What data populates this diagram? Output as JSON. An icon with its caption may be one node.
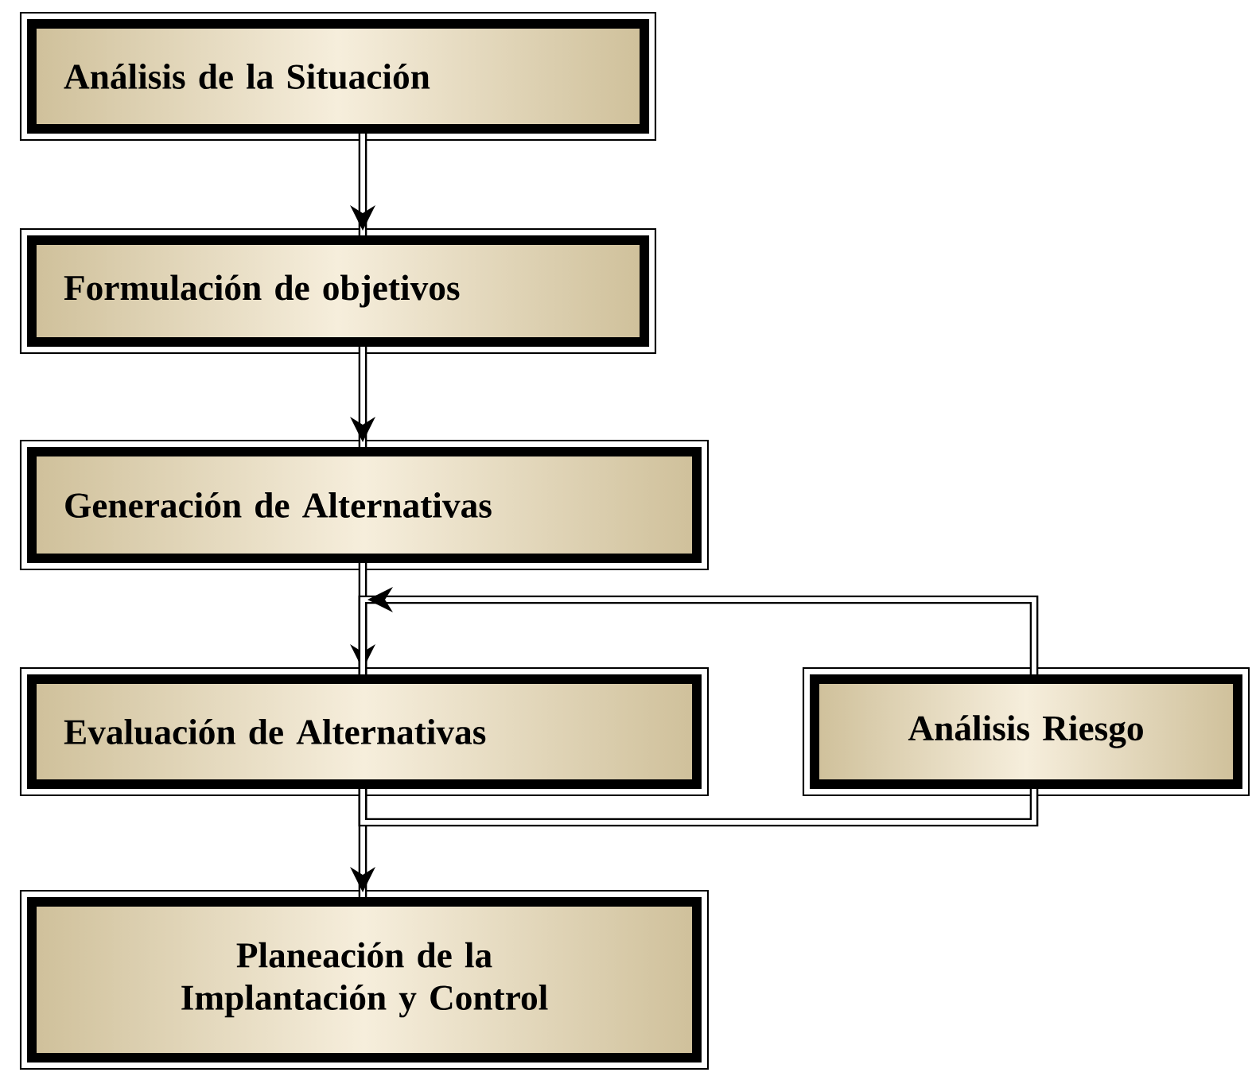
{
  "diagram": {
    "nodes": [
      {
        "text": [
          "Análisis de la Situación"
        ]
      },
      {
        "text": [
          "Formulación de objetivos"
        ]
      },
      {
        "text": [
          "Generación de Alternativas"
        ]
      },
      {
        "text": [
          "Evaluación de Alternativas"
        ]
      },
      {
        "text": [
          "Análisis Riesgo"
        ]
      },
      {
        "text": [
          "Planeación de la Implantación y Control"
        ]
      }
    ],
    "edges": [
      {
        "from": 0,
        "to": 1,
        "arrow": "to"
      },
      {
        "from": 1,
        "to": 2,
        "arrow": "to"
      },
      {
        "from": 2,
        "to": 3,
        "arrow": "to"
      },
      {
        "from": 3,
        "to": 5,
        "arrow": "to"
      },
      {
        "from": 3,
        "to": 4,
        "arrow": "none"
      },
      {
        "from": 4,
        "to": 3,
        "arrow": "to"
      }
    ]
  }
}
